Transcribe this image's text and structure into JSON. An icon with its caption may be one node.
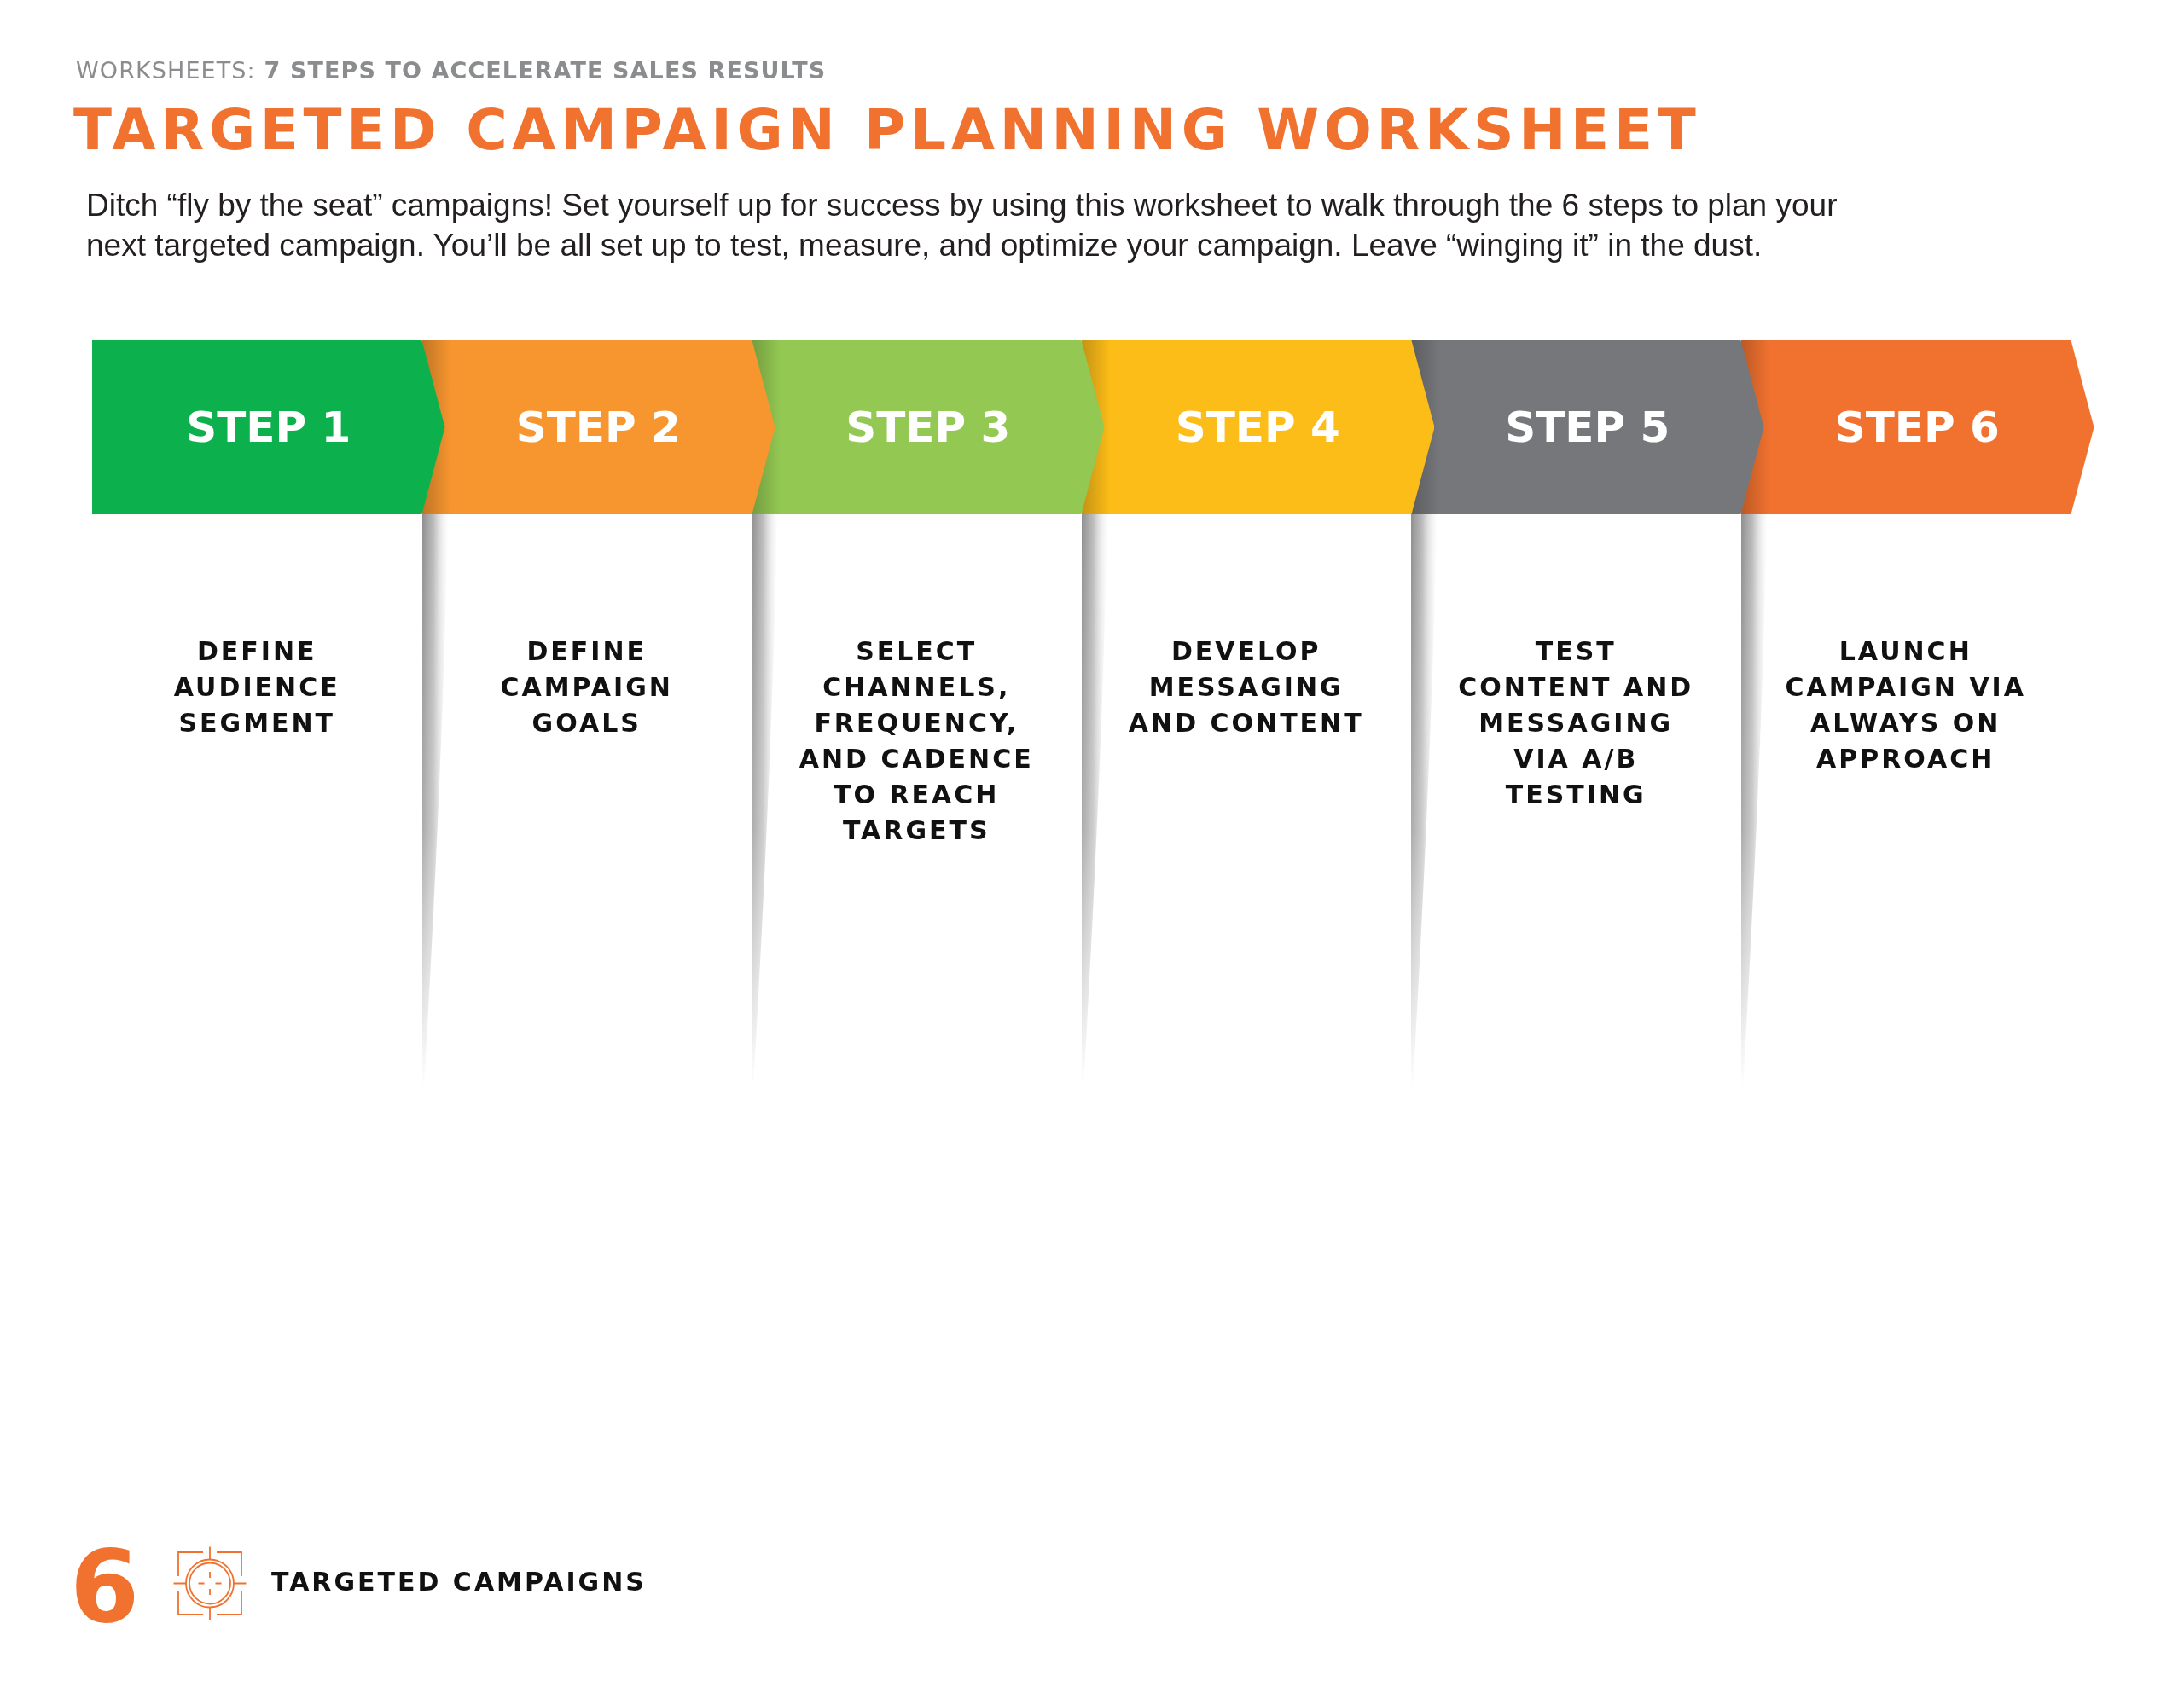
{
  "diagram": {
    "title": "TARGETED CAMPAIGN PLANNING WORKSHEET",
    "nodes": [
      {
        "text": [
          "STEP 1"
        ]
      },
      {
        "text": [
          "STEP 2"
        ]
      },
      {
        "text": [
          "STEP 3"
        ]
      },
      {
        "text": [
          "STEP 4"
        ]
      },
      {
        "text": [
          "STEP 5"
        ]
      },
      {
        "text": [
          "STEP 6"
        ]
      }
    ],
    "labels": [
      "WORKSHEETS: **7 STEPS TO ACCELERATE SALES RESULTS**",
      "Ditch “fly by the seat” campaigns! Set yourself up for success by using this worksheet to walk through the 6 steps to plan your next targeted campaign. You’ll be all set up to test, measure, and optimize your campaign. Leave “winging it” in the dust.",
      "DEFINE AUDIENCE SEGMENT",
      "DEFINE CAMPAIGN GOALS",
      "SELECT CHANNELS, FREQUENCY, AND CADENCE TO REACH TARGETS",
      "DEVELOP MESSAGING AND CONTENT",
      "TEST CONTENT AND MESSAGING VIA A/B TESTING",
      "LAUNCH CAMPAIGN VIA ALWAYS ON APPROACH",
      "6",
      "TARGETED CAMPAIGNS"
    ]
  }
}
